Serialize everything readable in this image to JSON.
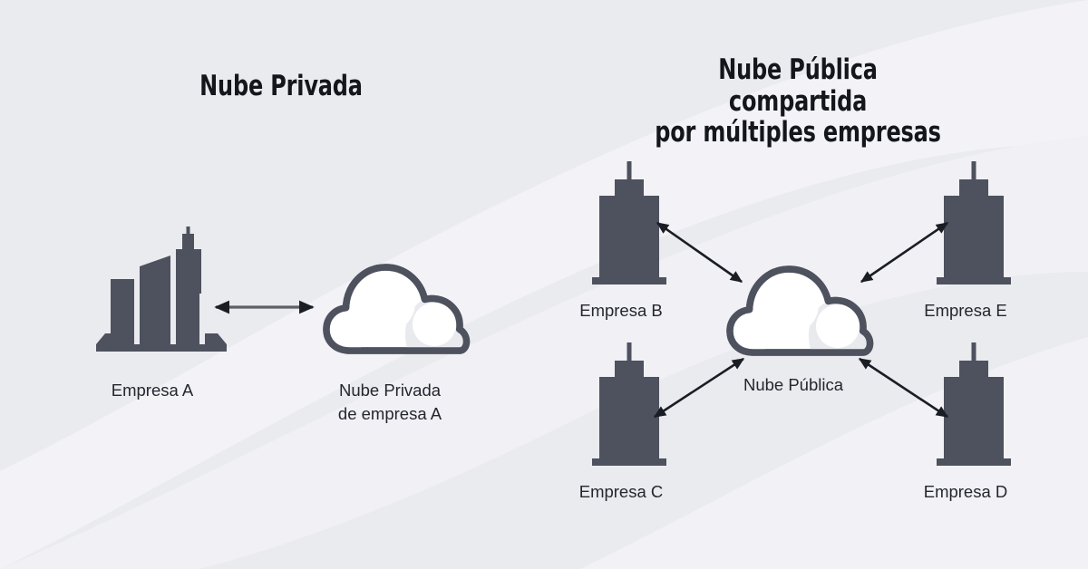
{
  "theme": {
    "background": "#eaebef",
    "wave_light": "#f3f3f7",
    "wave_light_2": "#f0f0f5",
    "icon_dark": "#4e515e",
    "cloud_outline": "#4e515e",
    "cloud_fill": "#ffffff",
    "cloud_shade": "#e9eaee",
    "arrow_color": "#1b1d24",
    "title_color": "#14161c",
    "label_color": "#24262e"
  },
  "titles": {
    "private": "Nube Privada",
    "public": "Nube Pública compartida\npor múltiples empresas"
  },
  "private_section": {
    "company_label": "Empresa A",
    "cloud_label": "Nube Privada\nde empresa A",
    "company_icon": "city-skyline-icon",
    "cloud_icon": "cloud-icon",
    "connection": "bidirectional-arrow"
  },
  "public_section": {
    "cloud_label": "Nube Pública",
    "cloud_icon": "cloud-icon",
    "companies": [
      {
        "label": "Empresa B",
        "icon": "office-tower-icon",
        "position": "top-left",
        "connection": "bidirectional-arrow"
      },
      {
        "label": "Empresa E",
        "icon": "office-tower-icon",
        "position": "top-right",
        "connection": "bidirectional-arrow"
      },
      {
        "label": "Empresa C",
        "icon": "office-tower-icon",
        "position": "bottom-left",
        "connection": "bidirectional-arrow"
      },
      {
        "label": "Empresa D",
        "icon": "office-tower-icon",
        "position": "bottom-right",
        "connection": "bidirectional-arrow"
      }
    ]
  }
}
